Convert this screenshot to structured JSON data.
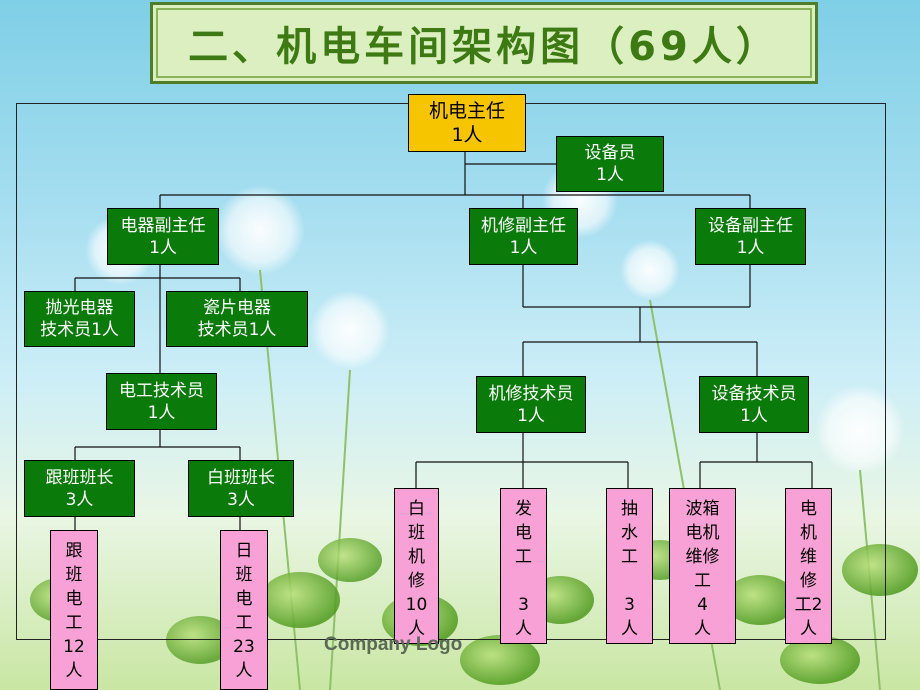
{
  "title": "二、机电车间架构图（69人）",
  "logo": "Company Logo",
  "nodes": {
    "director": [
      "机电主任",
      "1人"
    ],
    "equipment_clerk": [
      "设备员",
      "1人"
    ],
    "electrical_deputy": [
      "电器副主任",
      "1人"
    ],
    "mech_deputy": [
      "机修副主任",
      "1人"
    ],
    "equip_deputy": [
      "设备副主任",
      "1人"
    ],
    "polish_tech": [
      "抛光电器",
      "技术员1人"
    ],
    "tile_tech": [
      "瓷片电器",
      "技术员1人"
    ],
    "electrician_tech": [
      "电工技术员",
      "1人"
    ],
    "mech_tech": [
      "机修技术员",
      "1人"
    ],
    "equip_tech": [
      "设备技术员",
      "1人"
    ],
    "shift_leader": [
      "跟班班长",
      "3人"
    ],
    "day_leader": [
      "白班班长",
      "3人"
    ]
  },
  "vertical_nodes": {
    "shift_electricians": [
      "跟",
      "班",
      "电",
      "工",
      "12",
      "人"
    ],
    "day_electricians": [
      "日",
      "班",
      "电",
      "工",
      "23",
      "人"
    ],
    "day_mech": [
      "白",
      "班",
      "机",
      "修",
      "10",
      "人"
    ],
    "generator": [
      "发",
      "电",
      "工",
      "",
      "3",
      "人"
    ],
    "pump": [
      "抽",
      "水",
      "工",
      "",
      "3",
      "人"
    ],
    "wave_box": [
      "波箱",
      "电机",
      "维修",
      "工",
      "4",
      "人"
    ],
    "motor_repair": [
      "电",
      "机",
      "维",
      "修",
      "工2",
      "人"
    ]
  },
  "colors": {
    "title": "#3d7a13",
    "green_box": "#0a7a0a",
    "gold_box": "#f7c400",
    "pink_box": "#f7a1d6"
  }
}
